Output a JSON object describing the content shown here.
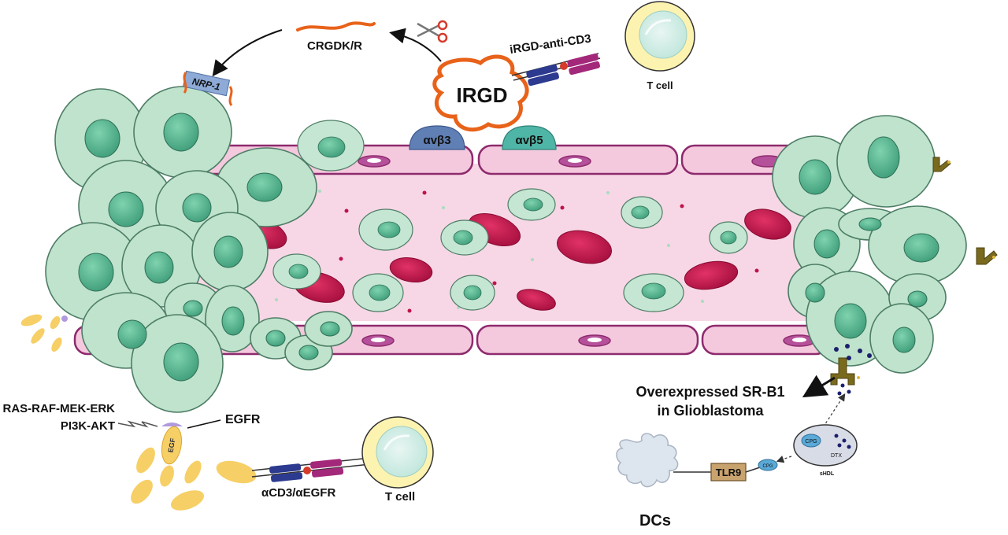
{
  "labels": {
    "crgdk": "CRGDK/R",
    "nrp1": "NRP-1",
    "irgd": "IRGD",
    "irgd_anti_cd3": "iRGD-anti-CD3",
    "t_cell_top": "T cell",
    "avb3": "αvβ3",
    "avb5": "αvβ5",
    "pathway_line1": "RAS-RAF-MEK-ERK",
    "pathway_line2": "PI3K-AKT",
    "egfr": "EGFR",
    "egf": "EGF",
    "acd3_aegfr": "αCD3/αEGFR",
    "t_cell_bottom": "T cell",
    "srb1_line1": "Overexpressed SR-B1",
    "srb1_line2": "in Glioblastoma",
    "cpg": "CPG",
    "dtx": "DTX",
    "shdl": "sHDL",
    "cpg_small": "CPG",
    "tlr9": "TLR9",
    "dcs": "DCs"
  },
  "colors": {
    "tumor_cell": "#bfe3cc",
    "tumor_nucleus": "#5dbf97",
    "vessel": "#f7d7e6",
    "vessel_border": "#8e2a6d",
    "rbc": "#c0134a",
    "irgd_peptide": "#e8621a",
    "avb3_receptor": "#5f7fb5",
    "avb5_receptor": "#4fb5a6",
    "t_cell": "#fdf3b0",
    "egf": "#f6cf66",
    "sr_b1": "#7a6a1e",
    "dc": "#dde5ee",
    "tlr9": "#c9a36e"
  },
  "icons": [
    "scissors-icon",
    "arrow-icon",
    "antibody-icon",
    "t-cell-icon",
    "dendritic-cell-icon",
    "hdl-nanodisc-icon"
  ]
}
